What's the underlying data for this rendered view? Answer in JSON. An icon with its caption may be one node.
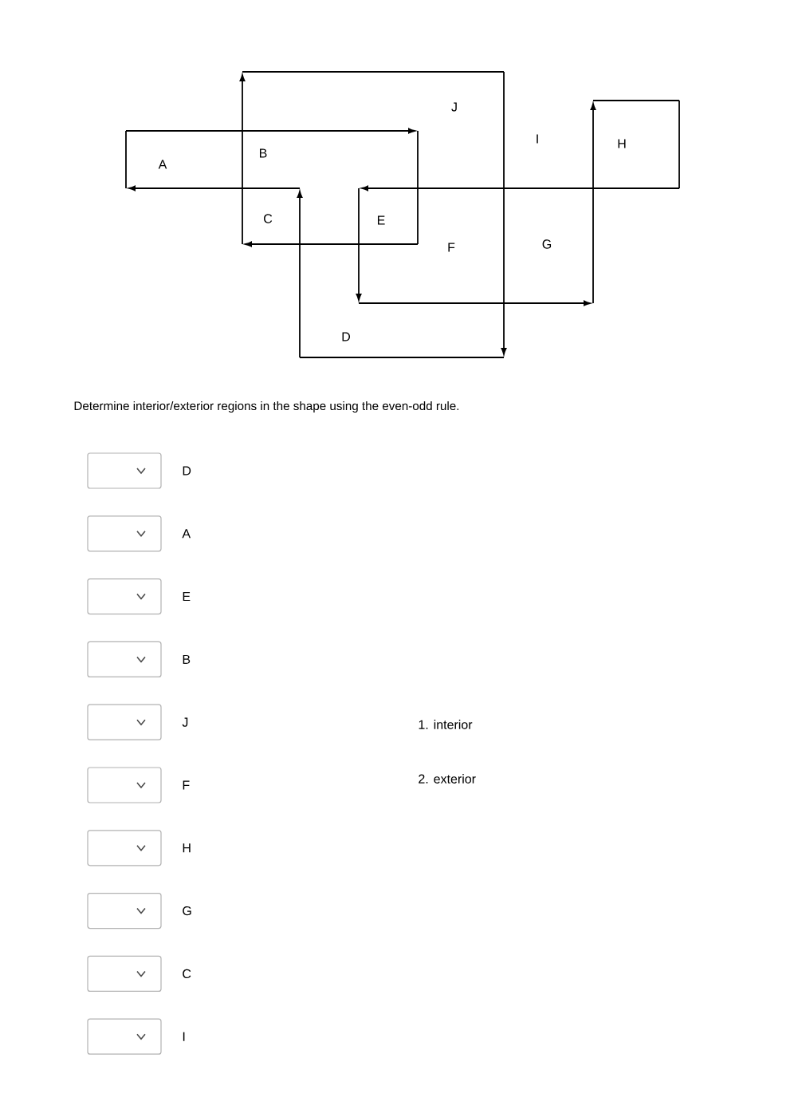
{
  "diagram": {
    "labels": [
      "J",
      "I",
      "H",
      "B",
      "A",
      "C",
      "E",
      "F",
      "G",
      "D",
      "Determine interior/exterior regions in the shape using the even-odd rule.",
      "D",
      "A",
      "E",
      "B",
      "J",
      "F",
      "H",
      "G",
      "C",
      "I",
      "1. interior",
      "2. exterior"
    ]
  }
}
